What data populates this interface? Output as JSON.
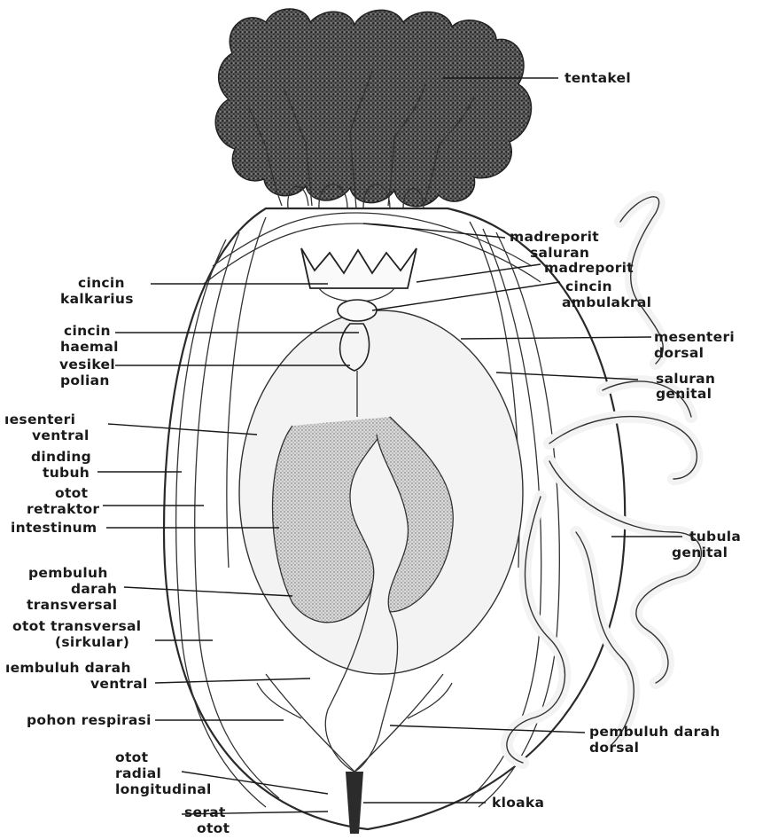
{
  "labels": {
    "tentakel": "tentakel",
    "madreporit": "madreporit",
    "saluran_madreporit_1": "saluran",
    "saluran_madreporit_2": "madreporit",
    "cincin_ambulakral_1": "cincin",
    "cincin_ambulakral_2": "ambulakral",
    "mesenteri_dorsal_1": "mesenteri",
    "mesenteri_dorsal_2": "dorsal",
    "saluran_genital_1": "saluran",
    "saluran_genital_2": "genital",
    "tubula_genital_1": "tubula",
    "tubula_genital_2": "genital",
    "pembuluh_darah_dorsal_1": "pembuluh darah",
    "pembuluh_darah_dorsal_2": "dorsal",
    "kloaka": "kloaka",
    "cincin_kalkarius_1": "cincin",
    "cincin_kalkarius_2": "kalkarius",
    "cincin_haemal_1": "cincin",
    "cincin_haemal_2": "haemal",
    "vesikel_polian_1": "vesikel",
    "vesikel_polian_2": "polian",
    "mesenteri_ventral_1": "ıesenteri",
    "mesenteri_ventral_2": "ventral",
    "dinding_tubuh_1": "dinding",
    "dinding_tubuh_2": "tubuh",
    "otot_retraktor_1": "otot",
    "otot_retraktor_2": "retraktor",
    "intestinum": "intestinum",
    "pembuluh_darah_transversal_1": "pembuluh",
    "pembuluh_darah_transversal_2": "darah",
    "pembuluh_darah_transversal_3": "transversal",
    "otot_transversal_1": "otot transversal",
    "otot_transversal_2": "(sirkular)",
    "pembuluh_darah_ventral_1": "ıembuluh darah",
    "pembuluh_darah_ventral_2": "ventral",
    "pohon_respirasi": "pohon respirasi",
    "otot_radial_1": "otot",
    "otot_radial_2": "radial",
    "otot_radial_3": "longitudinal",
    "serat_otot_1": "serat",
    "serat_otot_2": "otot"
  },
  "colors": {
    "ink": "#1a1a1a",
    "stipple": "#9a9a9a",
    "body_fill": "#e6e6e6",
    "tentacle_fill": "#3a3a3a"
  }
}
